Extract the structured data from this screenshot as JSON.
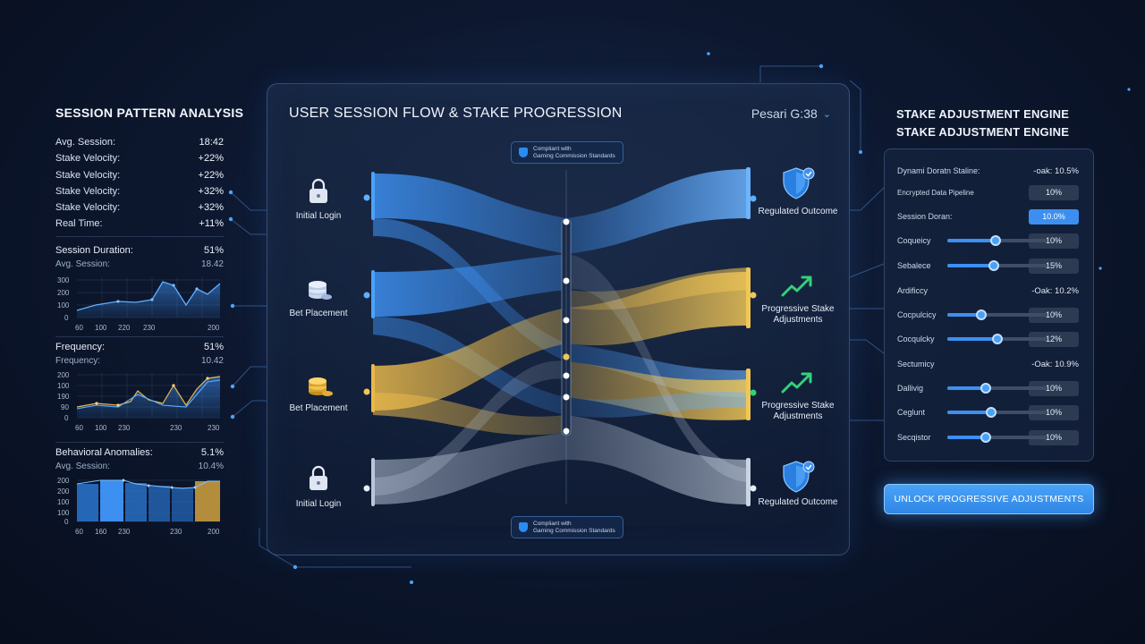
{
  "left": {
    "title": "SESSION PATTERN ANALYSIS",
    "stats": [
      {
        "label": "Avg. Session:",
        "value": "18:42"
      },
      {
        "label": "Stake Velocity:",
        "value": "+22%"
      },
      {
        "label": "Stake Velocity:",
        "value": "+22%"
      },
      {
        "label": "Stake Velocity:",
        "value": "+32%"
      },
      {
        "label": "Stake Velocity:",
        "value": "+32%"
      },
      {
        "label": "Real Time:",
        "value": "+11%"
      }
    ],
    "charts": [
      {
        "head_label": "Session Duration:",
        "head_value": "51%",
        "sub_label": "Avg. Session:",
        "sub_value": "18.42",
        "yticks": [
          "300",
          "200",
          "100",
          "0"
        ],
        "xticks": [
          "60",
          "100",
          "220",
          "230",
          "200"
        ]
      },
      {
        "head_label": "Frequency:",
        "head_value": "51%",
        "sub_label": "Frequency:",
        "sub_value": "10.42",
        "yticks": [
          "200",
          "100",
          "190",
          "90",
          "0"
        ],
        "xticks": [
          "60",
          "100",
          "230",
          "230",
          "230"
        ]
      },
      {
        "head_label": "Behavioral Anomalies:",
        "head_value": "5.1%",
        "sub_label": "Avg. Session:",
        "sub_value": "10.4%",
        "yticks": [
          "200",
          "200",
          "100",
          "100",
          "0"
        ],
        "xticks": [
          "60",
          "160",
          "230",
          "230",
          "200"
        ]
      }
    ]
  },
  "center": {
    "title": "USER SESSION FLOW & STAKE PROGRESSION",
    "selector": "Pesari G:38",
    "badge_line1": "Compliant with",
    "badge_line2": "Gaming Commission Standards",
    "sources": [
      "Initial Login",
      "Bet Placement",
      "Bet Placement",
      "Initial Login"
    ],
    "targets": [
      "Regulated Outcome",
      "Progressive Stake Adjustments",
      "Progressive Stake Adjustments",
      "Regulated Outcome"
    ]
  },
  "right": {
    "title1": "STAKE ADJUSTMENT ENGINE",
    "title2": "STAKE ADJUSTMENT ENGINE",
    "rows": [
      {
        "name": "Dynami Doratn Staline:",
        "value": "-oak: 10.5%"
      },
      {
        "name": "Encrypted Data Pipeline",
        "value": "10%"
      },
      {
        "name": "Session Doran:",
        "value": "10.0%"
      },
      {
        "name": "Coqueicy",
        "value": "10%"
      },
      {
        "name": "Sebalece",
        "value": "15%"
      },
      {
        "name": "Ardificcy",
        "value": "-Oak: 10.2%"
      },
      {
        "name": "Cocpulcicy",
        "value": "10%"
      },
      {
        "name": "Cocqulcky",
        "value": "12%"
      },
      {
        "name": "Sectumicy",
        "value": "-Oak: 10.9%"
      },
      {
        "name": "Dallivig",
        "value": "10%"
      },
      {
        "name": "Ceglunt",
        "value": "10%"
      },
      {
        "name": "Secqistor",
        "value": "10%"
      }
    ],
    "button": "UNLOCK PROGRESSIVE ADJUSTMENTS"
  },
  "colors": {
    "blue": "#3d8ff0",
    "gold": "#e8b84a",
    "green": "#33d07a",
    "gray": "#a7b3c6"
  }
}
